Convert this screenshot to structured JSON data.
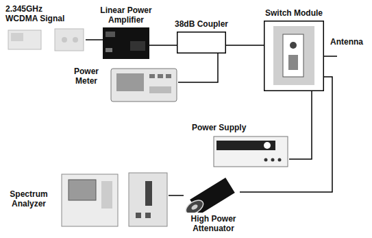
{
  "diagram": {
    "nodes": [
      {
        "text": [
          "2.345GHz WCDMA Signal"
        ]
      },
      {
        "text": [
          "Linear Power Amplifier"
        ]
      },
      {
        "text": [
          "38dB Coupler"
        ]
      },
      {
        "text": [
          "Switch Module"
        ]
      },
      {
        "text": [
          "Power Meter"
        ]
      },
      {
        "text": [
          "Power Supply"
        ]
      },
      {
        "text": [
          "Spectrum Analyzer"
        ]
      },
      {
        "text": [
          "High Power Attenuator"
        ]
      }
    ],
    "edges": [
      {
        "from": 0,
        "to": 1,
        "arrow": "none"
      },
      {
        "from": 1,
        "to": 2,
        "arrow": "none"
      },
      {
        "from": 2,
        "to": 3,
        "arrow": "none"
      },
      {
        "from": 2,
        "to": 4,
        "arrow": "none"
      },
      {
        "from": 5,
        "to": 3,
        "arrow": "none"
      },
      {
        "from": 3,
        "to": 7,
        "arrow": "none"
      },
      {
        "from": 7,
        "to": 6,
        "arrow": "none"
      }
    ],
    "labels": [
      "Antenna"
    ]
  }
}
